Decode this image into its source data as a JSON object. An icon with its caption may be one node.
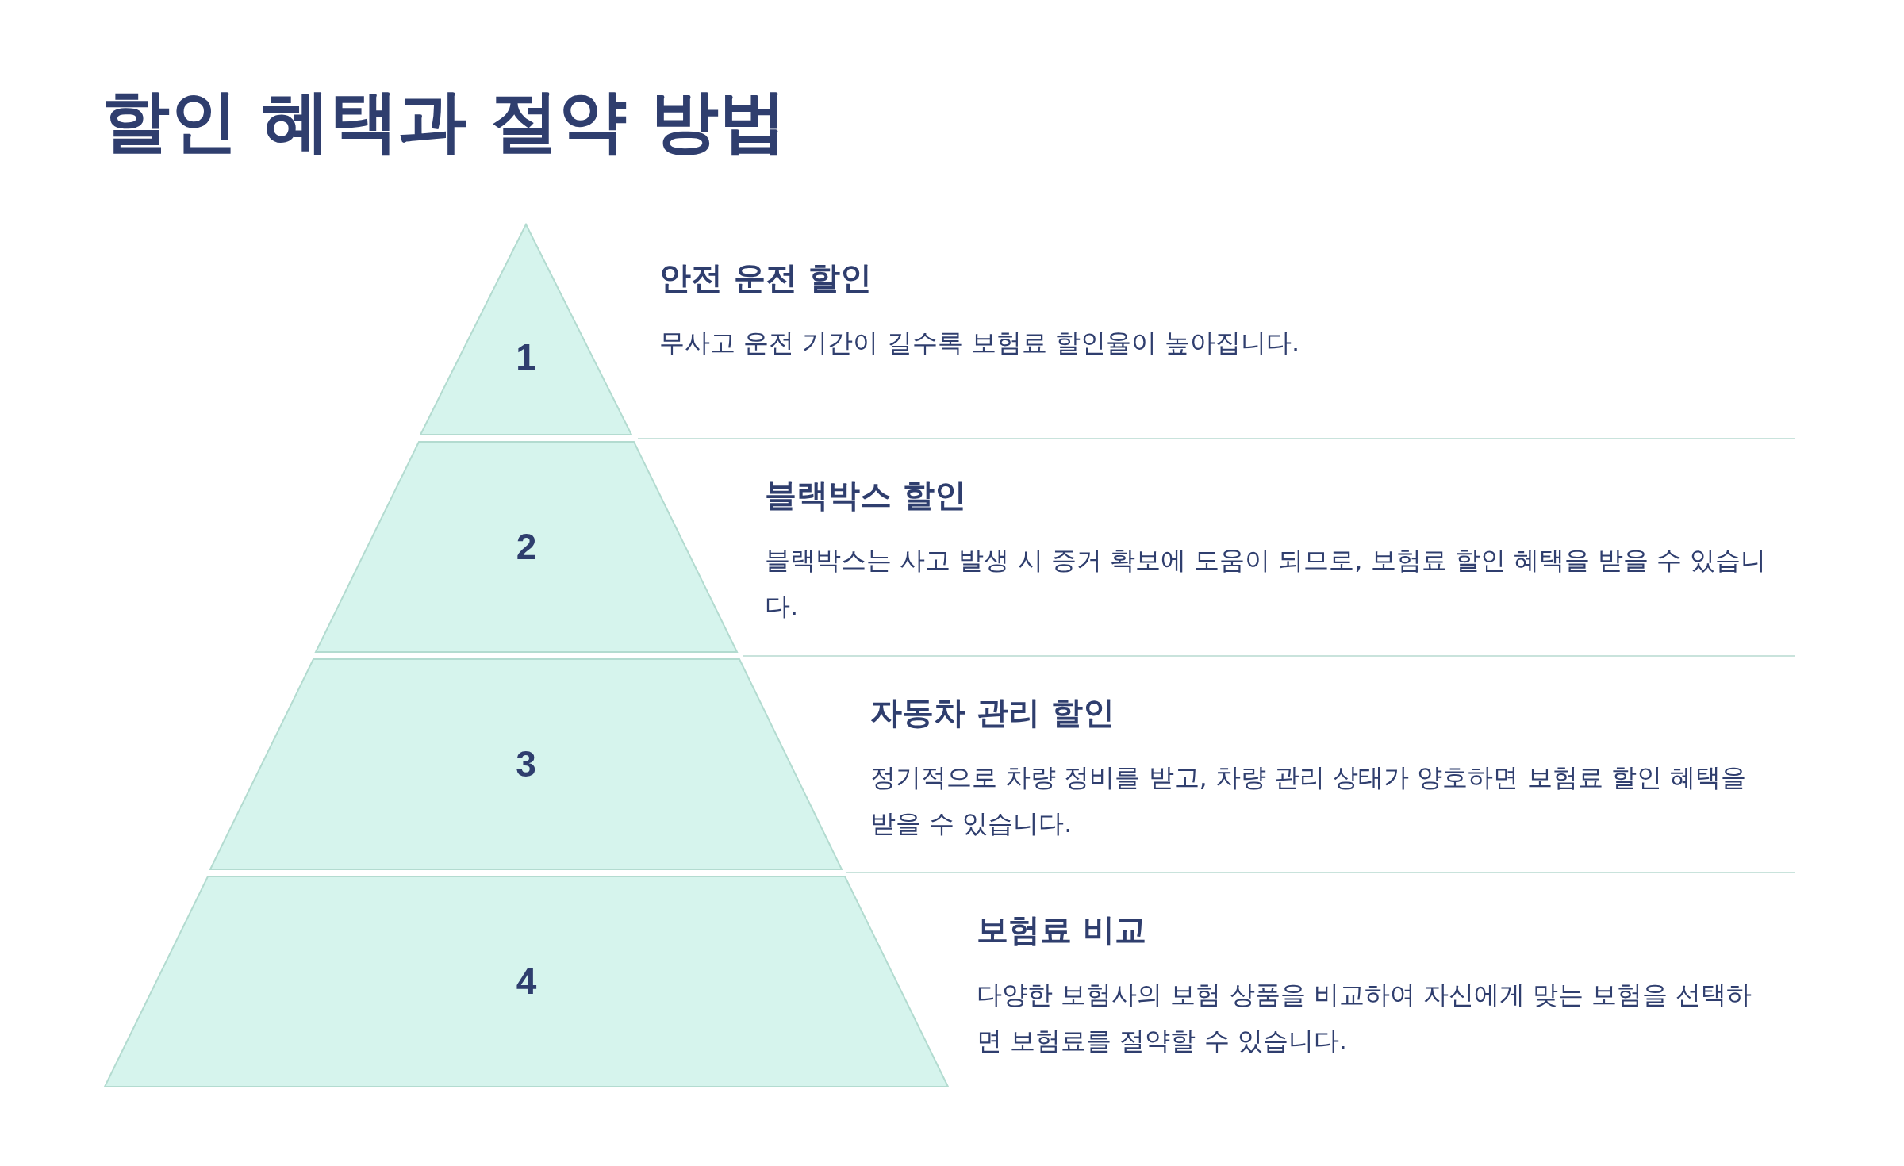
{
  "diagram": {
    "title": "할인 혜택과 절약 방법",
    "nodes": [
      {
        "text": [
          "1"
        ],
        "beside": [
          "안전 운전 할인",
          "무사고 운전 기간이 길수록 보험료 할인율이 높아집니다."
        ]
      },
      {
        "text": [
          "2"
        ],
        "beside": [
          "블랙박스 할인",
          "블랙박스는 사고 발생 시 증거 확보에 도움이 되므로, 보험료 할인 혜택을 받을 수 있습니다."
        ]
      },
      {
        "text": [
          "3"
        ],
        "beside": [
          "자동차 관리 할인",
          "정기적으로 차량 정비를 받고, 차량 관리 상태가 양호하면 보험료 할인 혜택을 받을 수 있습니다."
        ]
      },
      {
        "text": [
          "4"
        ],
        "beside": [
          "보험료 비교",
          "다양한 보험사의 보험 상품을 비교하여 자신에게 맞는 보험을 선택하면 보험료를 절약할 수 있습니다."
        ]
      }
    ]
  }
}
